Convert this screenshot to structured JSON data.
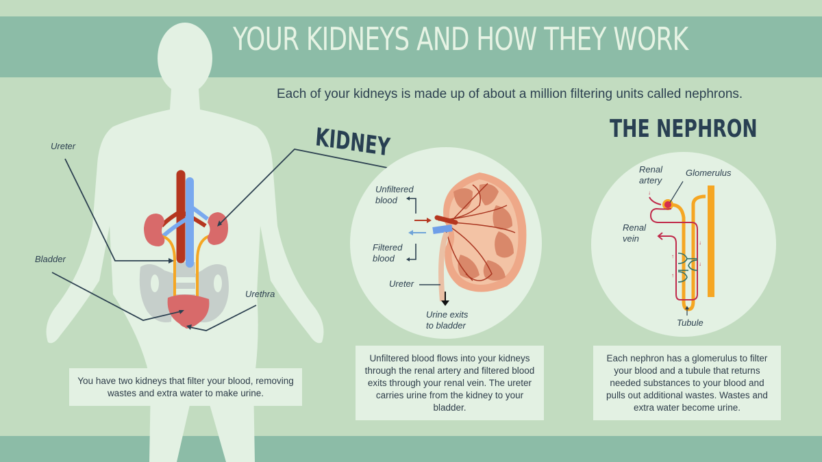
{
  "header": {
    "title": "YOUR KIDNEYS AND HOW THEY WORK",
    "subtitle": "Each of your kidneys is made up of about a million filtering units called nephrons."
  },
  "body_diagram": {
    "labels": {
      "ureter": "Ureter",
      "bladder": "Bladder",
      "urethra": "Urethra"
    },
    "caption": "You have two kidneys that filter your blood, removing wastes and extra water to make urine."
  },
  "kidney_section": {
    "heading": "KIDNEY",
    "labels": {
      "unfiltered_1": "Unfiltered",
      "unfiltered_2": "blood",
      "filtered_1": "Filtered",
      "filtered_2": "blood",
      "ureter": "Ureter",
      "urine_1": "Urine exits",
      "urine_2": "to bladder"
    },
    "caption": "Unfiltered blood flows into your kidneys through the renal artery and filtered blood exits through your renal vein. The ureter carries urine from the kidney to your bladder."
  },
  "nephron_section": {
    "heading": "THE NEPHRON",
    "labels": {
      "renal_artery_1": "Renal",
      "renal_artery_2": "artery",
      "glomerulus": "Glomerulus",
      "renal_vein_1": "Renal",
      "renal_vein_2": "vein",
      "tubule": "Tubule"
    },
    "caption": "Each nephron has a glomerulus to filter your blood and a tubule that returns needed substances to your blood and pulls out additional wastes. Wastes and extra water become urine."
  },
  "colors": {
    "background": "#c2dcc0",
    "band": "#8cbca7",
    "silhouette": "#e3f1e3",
    "heading": "#283f52",
    "artery": "#b5361f",
    "vein": "#79a9ef",
    "organ": "#d86a6a",
    "ureter": "#f5a623",
    "bone": "#c6cfcb"
  }
}
